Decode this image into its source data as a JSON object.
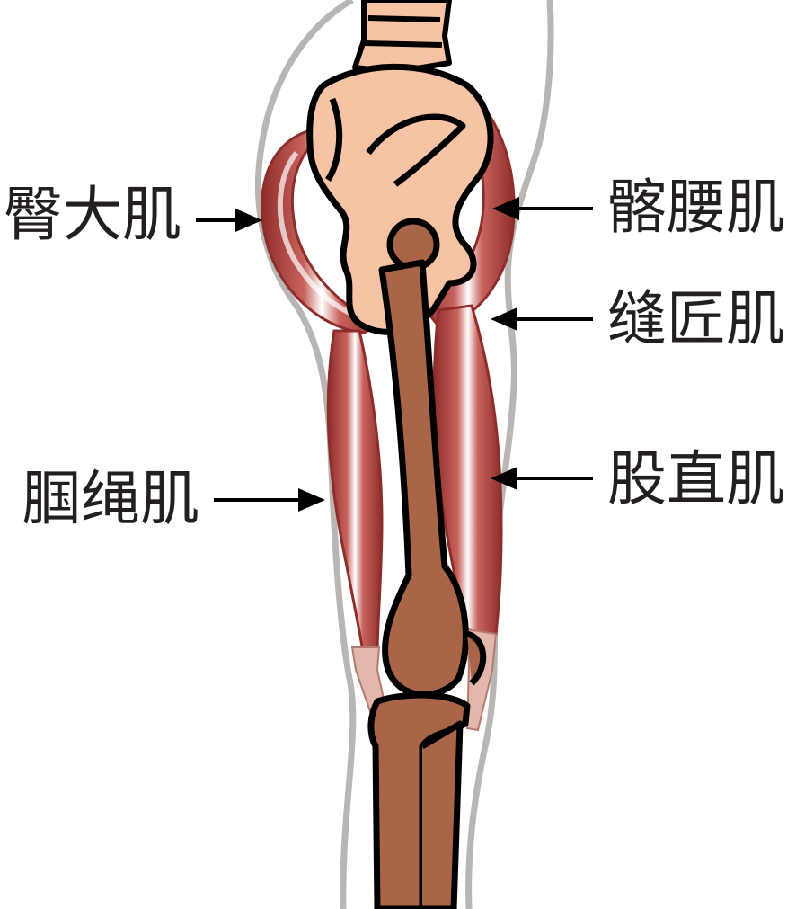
{
  "labels": {
    "gluteus_maximus": "臀大肌",
    "iliopsoas": "髂腰肌",
    "sartorius": "缝匠肌",
    "hamstrings": "腘绳肌",
    "rectus_femoris": "股直肌"
  },
  "colors": {
    "background": "#ffffff",
    "skin_outline": "#b8b5b2",
    "pelvis": "#f7c3a5",
    "femur": "#a86548",
    "muscle": "#a53a34",
    "muscle_highlight": "#ffffff",
    "tendon": "#e2b7ac",
    "outline": "#000000",
    "text": "#231f20"
  }
}
